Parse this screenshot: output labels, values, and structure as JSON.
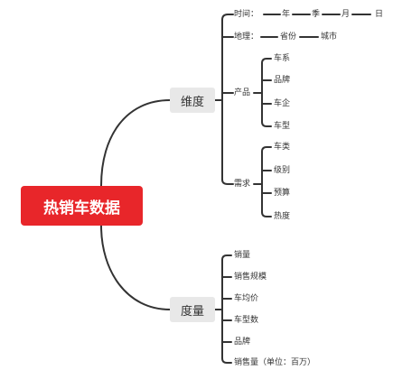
{
  "root": "热销车数据",
  "dimension": {
    "label": "维度",
    "time": {
      "label": "时间：",
      "steps": [
        "年",
        "季",
        "月",
        "日"
      ]
    },
    "geo": {
      "label": "地理：",
      "steps": [
        "省份",
        "城市"
      ]
    },
    "product": {
      "label": "产品",
      "items": [
        "车系",
        "品牌",
        "车企",
        "车型"
      ]
    },
    "demand": {
      "label": "需求",
      "items": [
        "车类",
        "级别",
        "预算",
        "热度"
      ]
    }
  },
  "measure": {
    "label": "度量",
    "items": [
      "销量",
      "销售规模",
      "车均价",
      "车型数",
      "品牌",
      "销售量（单位：百万）"
    ]
  },
  "colors": {
    "root": "#e8262a",
    "branch": "#e8e8e8",
    "line": "#333333"
  }
}
